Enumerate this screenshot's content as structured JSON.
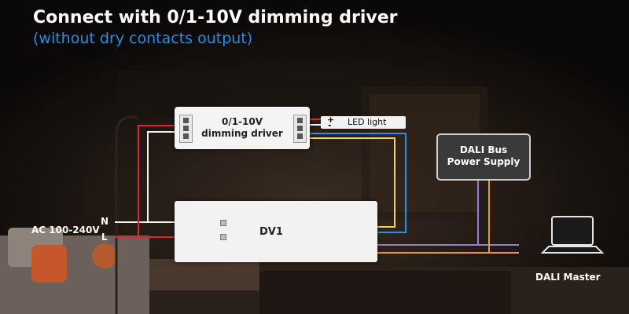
{
  "header": {
    "title": "Connect with 0/1-10V dimming driver",
    "subtitle": "(without dry contacts output)"
  },
  "driver": {
    "line1": "0/1-10V",
    "line2": "dimming driver"
  },
  "led": {
    "label": "LED light",
    "plus": "+",
    "minus": "-"
  },
  "ac": {
    "label": "AC 100-240V",
    "n": "N",
    "l": "L"
  },
  "dv1": {
    "label": "DV1"
  },
  "psu": {
    "line1": "DALI Bus",
    "line2": "Power Supply"
  },
  "master": {
    "label": "DALI Master"
  },
  "colors": {
    "red": "#e0242a",
    "white": "#f2f2f2",
    "yellow": "#f0d860",
    "blue": "#2a8fe0",
    "orange": "#e89a3a",
    "purple": "#9a7ad8"
  }
}
